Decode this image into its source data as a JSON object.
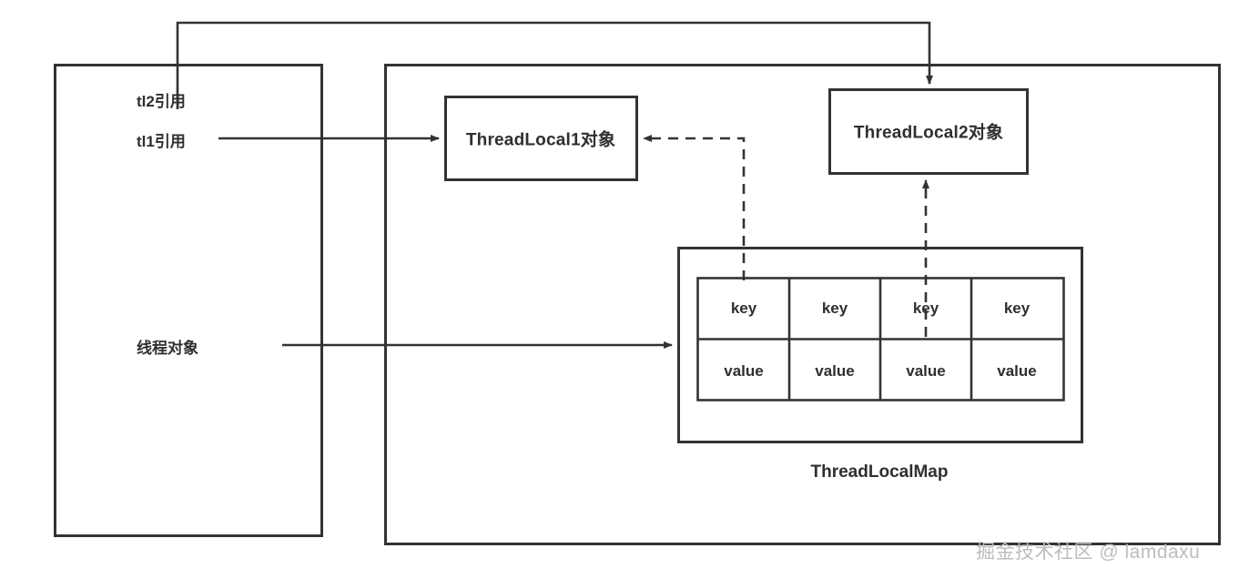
{
  "diagram": {
    "title": "ThreadLocal / ThreadLocalMap reference diagram",
    "stroke_color": "#333333",
    "background_color": "#ffffff",
    "watermark_color": "#bdbdbd"
  },
  "thread_box": {
    "references": [
      {
        "id": "tl2",
        "label": "tl2引用"
      },
      {
        "id": "tl1",
        "label": "tl1引用"
      }
    ],
    "thread_object_label": "线程对象"
  },
  "objects": {
    "threadlocal1": "ThreadLocal1对象",
    "threadlocal2": "ThreadLocal2对象"
  },
  "map": {
    "label": "ThreadLocalMap",
    "columns": 4,
    "rows": [
      {
        "name": "key-row",
        "cells": [
          "key",
          "key",
          "key",
          "key"
        ]
      },
      {
        "name": "value-row",
        "cells": [
          "value",
          "value",
          "value",
          "value"
        ]
      }
    ]
  },
  "watermark": {
    "text": "掘金技术社区 @ lamdaxu"
  }
}
